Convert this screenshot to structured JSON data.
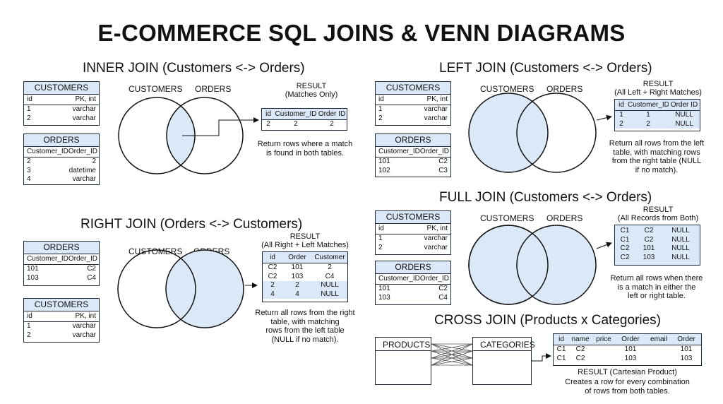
{
  "title": "E-COMMERCE SQL JOINS & VENN DIAGRAMS",
  "venn_labels": {
    "left": "CUSTOMERS",
    "right": "ORDERS"
  },
  "tables": {
    "customers": {
      "title": "CUSTOMERS",
      "header": [
        "id",
        "PK, int"
      ],
      "rows": [
        [
          "1",
          "varchar"
        ],
        [
          "2",
          "varchar"
        ]
      ]
    },
    "orders_inner": {
      "title": "ORDERS",
      "header": [
        "Customer_ID",
        "Order_ID"
      ],
      "rows": [
        [
          "2",
          "2"
        ],
        [
          "3",
          "datetime"
        ],
        [
          "4",
          "varchar"
        ]
      ]
    },
    "orders_join": {
      "title": "ORDERS",
      "header": [
        "Customer_ID",
        "Order_ID"
      ],
      "rows": [
        [
          "101",
          "C2"
        ],
        [
          "102",
          "C3"
        ]
      ]
    },
    "orders_right": {
      "title": "ORDERS",
      "header": [
        "Customer_ID",
        "Order_ID"
      ],
      "rows": [
        [
          "101",
          "C2"
        ],
        [
          "103",
          "C4"
        ]
      ]
    },
    "orders_full": {
      "title": "ORDERS",
      "header": [
        "Customer_ID",
        "Order_ID"
      ],
      "rows": [
        [
          "101",
          "C2"
        ],
        [
          "103",
          "C4"
        ]
      ]
    }
  },
  "inner": {
    "title": "INNER JOIN (Customers <-> Orders)",
    "result_title": "RESULT",
    "result_subtitle": "(Matches Only)",
    "result_header": [
      "id",
      "Customer_ID",
      "Order ID"
    ],
    "result_rows": [
      [
        "2",
        "2",
        "2"
      ]
    ],
    "desc": [
      "Return rows where a match",
      "is found in both tables."
    ]
  },
  "left": {
    "title": "LEFT JOIN (Customers <-> Orders)",
    "result_title": "RESULT",
    "result_subtitle": "(All Left + Right Matches)",
    "result_header": [
      "id",
      "Customer_ID",
      "Order ID"
    ],
    "result_rows": [
      [
        "1",
        "1",
        "NULL"
      ],
      [
        "2",
        "2",
        "NULL"
      ]
    ],
    "desc": [
      "Return all rows from the left",
      "table, with matching rows",
      "from the right table (NULL",
      "if no match)."
    ]
  },
  "right": {
    "title": "RIGHT JOIN (Orders <-> Customers)",
    "result_title": "RESULT",
    "result_subtitle": "(All Right + Left Matches)",
    "result_header": [
      "id",
      "Order",
      "Customer"
    ],
    "result_rows": [
      [
        "C2",
        "101",
        "2"
      ],
      [
        "C2",
        "103",
        "C4"
      ],
      [
        "2",
        "2",
        "NULL"
      ],
      [
        "4",
        "4",
        "NULL"
      ]
    ],
    "desc": [
      "Return all rows from the right",
      "table, with matching",
      "rows from the left table",
      "(NULL if no match)."
    ]
  },
  "full": {
    "title": "FULL JOIN (Customers <-> Orders)",
    "result_title": "RESULT",
    "result_subtitle": "(All Records from Both)",
    "result_rows": [
      [
        "C1",
        "C2",
        "NULL"
      ],
      [
        "C1",
        "C2",
        "NULL"
      ],
      [
        "C2",
        "101",
        "NULL"
      ],
      [
        "C2",
        "103",
        "NULL"
      ]
    ],
    "desc": [
      "Return all rows when there",
      "is a match in either the",
      "left or right table."
    ]
  },
  "cross": {
    "title": "CROSS JOIN (Products x Categories)",
    "products_label": "PRODUCTS",
    "categories_label": "CATEGORIES",
    "result_header": [
      "id",
      "name",
      "price",
      "Order",
      "email",
      "Order"
    ],
    "result_rows": [
      [
        "C1",
        "C2",
        "",
        "101",
        "",
        "101"
      ],
      [
        "C1",
        "C2",
        "",
        "103",
        "",
        "103"
      ]
    ],
    "result_title": "RESULT (Cartesian Product)",
    "desc": [
      "Creates a row for every combination",
      "of rows from both tables."
    ]
  },
  "colors": {
    "fill": "#dbe8f7",
    "stroke": "#111111",
    "border": "#1e2a3a"
  }
}
